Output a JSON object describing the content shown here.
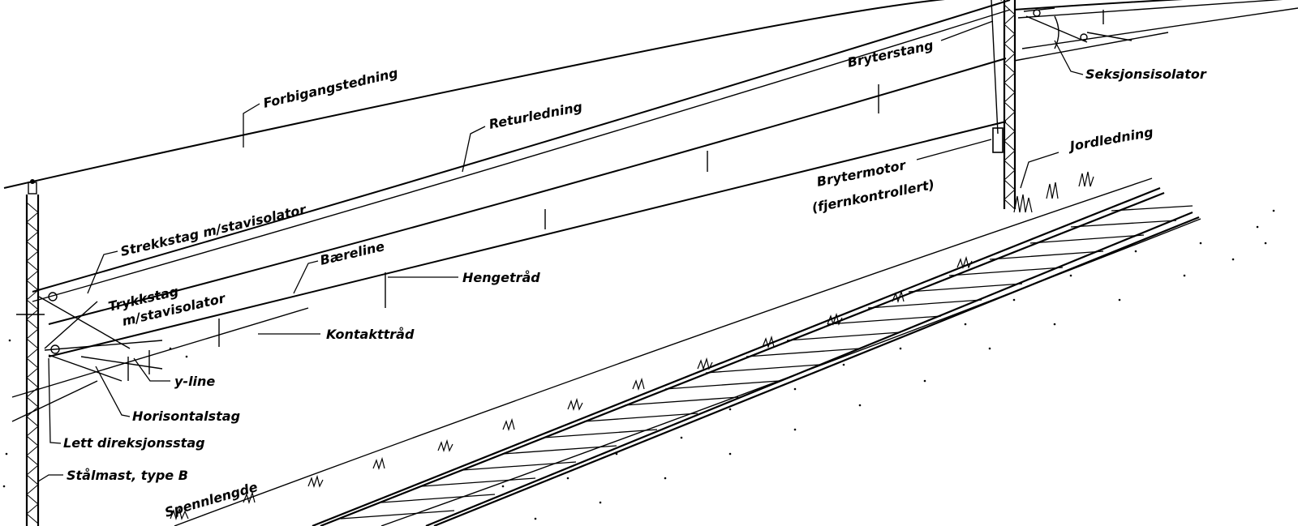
{
  "labels": {
    "forbigangstedning": "Forbigangstedning",
    "returledning": "Returledning",
    "brytersteng": "Bryterstang",
    "seksjonsisolator": "Seksjonsisolator",
    "jordledning": "Jordledning",
    "brytermotor_1": "Brytermotor",
    "brytermotor_2": "(fjernkontrollert)",
    "strekkstag": "Strekkstag m/stavisolator",
    "baereline": "Bæreline",
    "hengetrad": "Hengetråd",
    "trykkstag_1": "Trykkstag",
    "trykkstag_2": "m/stavisolator",
    "kontakttrad": "Kontakttråd",
    "y_line": "y-line",
    "horisontalstag": "Horisontalstag",
    "lett_direksjonsstag": "Lett direksjonsstag",
    "stalmast": "Stålmast, type B",
    "spennlengde": "Spennlengde"
  },
  "icons": {
    "mast": "lattice-steel-mast-icon",
    "insulator": "insulator-icon",
    "switch_motor": "switch-motor-icon"
  },
  "colors": {
    "line": "#000000",
    "background": "#ffffff"
  }
}
